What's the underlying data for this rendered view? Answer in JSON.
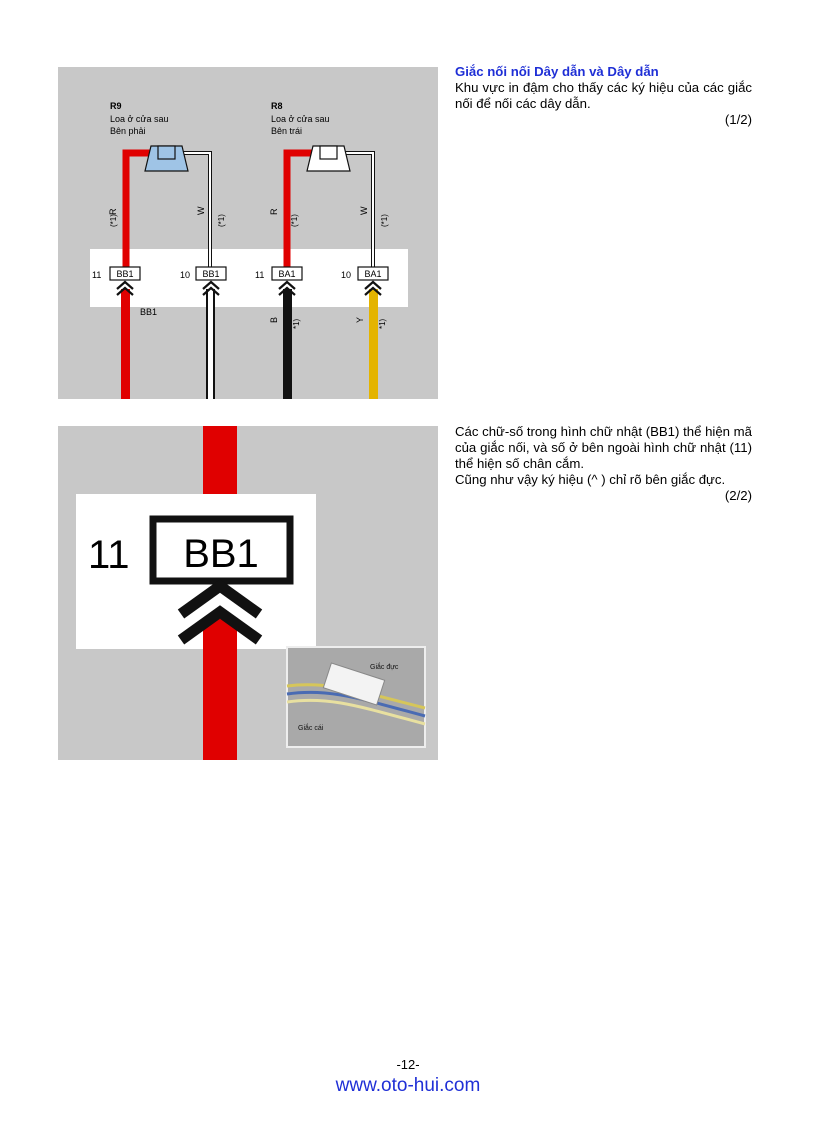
{
  "figure1": {
    "speakers": [
      {
        "code": "R9",
        "line1": "Loa ở cửa sau",
        "line2": "Bên phải"
      },
      {
        "code": "R8",
        "line1": "Loa ở cửa sau",
        "line2": "Bên trái"
      }
    ],
    "wire_labels_upper": [
      {
        "color": "R",
        "note": "(*1)"
      },
      {
        "color": "W",
        "note": "(*1)"
      },
      {
        "color": "R",
        "note": "(*1)"
      },
      {
        "color": "W",
        "note": "(*1)"
      }
    ],
    "connectors": [
      {
        "pin": "11",
        "code": "BB1"
      },
      {
        "pin": "10",
        "code": "BB1"
      },
      {
        "pin": "11",
        "code": "BA1"
      },
      {
        "pin": "10",
        "code": "BA1"
      }
    ],
    "connector_caption": "BB1",
    "wire_labels_lower": [
      {
        "color": "B",
        "note": "*1)"
      },
      {
        "color": "Y",
        "note": "*1)"
      }
    ],
    "colors": {
      "red": "#e00000",
      "black": "#111111",
      "yellow": "#e4b400",
      "speaker_fill": "#9fc4e6"
    }
  },
  "figure2": {
    "pin": "11",
    "code": "BB1",
    "photo_labels": {
      "male": "Giắc đực",
      "female": "Giắc cái"
    }
  },
  "text1": {
    "heading": "Giắc nối nối Dây dẫn và Dây dẫn",
    "body": "Khu vực in đậm cho thấy các ký hiệu của các giắc nối để nối các dây dẫn.",
    "page_ref": "(1/2)"
  },
  "text2": {
    "body1": "Các chữ-số trong hình chữ nhật (BB1) thể hiện mã của giắc nối, và số ở bên ngoài hình chữ nhật (11) thể hiện số chân cắm.",
    "body2": "Cũng như vậy ký hiệu (^ ) chỉ rõ bên giắc đực.",
    "page_ref": "(2/2)"
  },
  "footer": {
    "page_number": "-12-",
    "url": "www.oto-hui.com"
  }
}
